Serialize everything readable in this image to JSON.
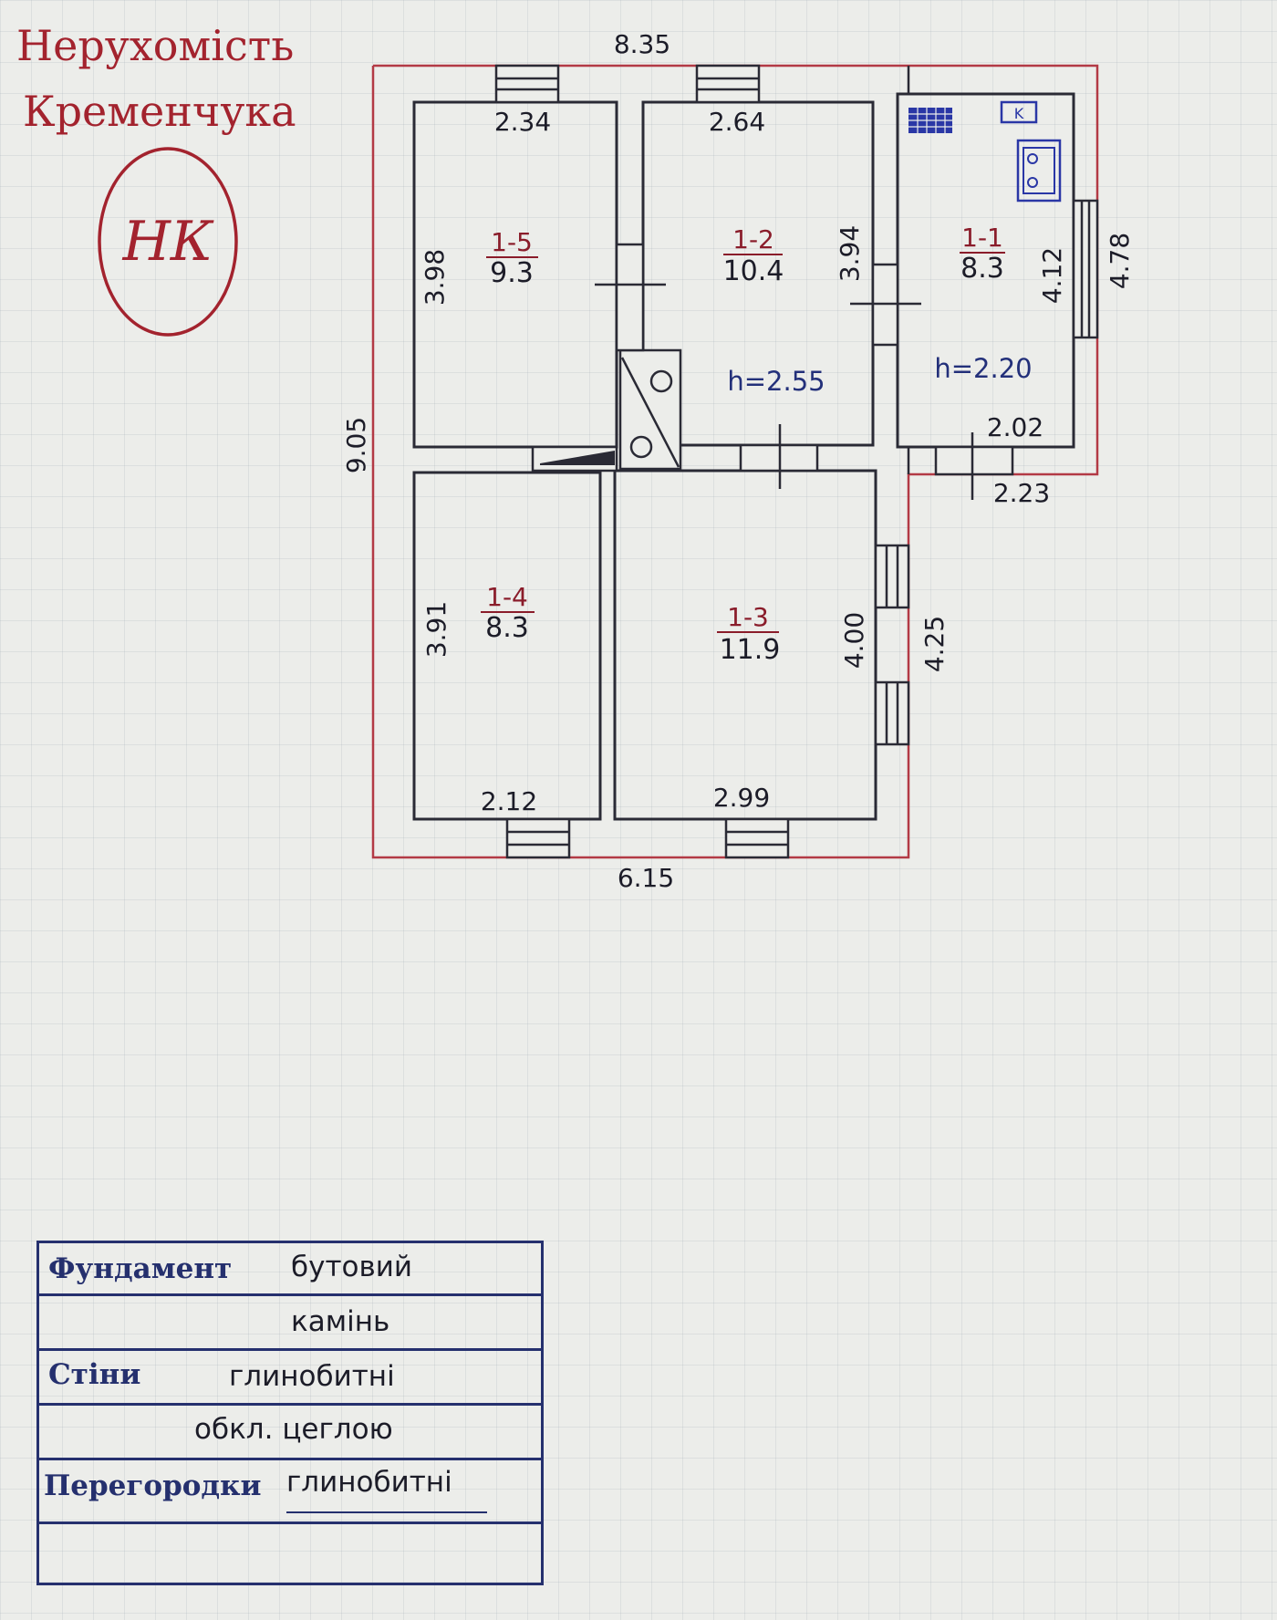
{
  "watermark": {
    "line1": "Нерухомість",
    "line2": "Кременчука",
    "monogram": "НК"
  },
  "plan": {
    "outer_dimensions": {
      "top": "8.35",
      "bottom": "6.15",
      "left": "9.05",
      "right_upper": "4.78",
      "right_lower": "4.25",
      "annex_bottom": "2.23"
    },
    "rooms": [
      {
        "id": "1-5",
        "area": "9.3",
        "width": "2.34",
        "depth": "3.98"
      },
      {
        "id": "1-2",
        "area": "10.4",
        "width": "2.64",
        "depth": "3.94",
        "height": "h=2.55"
      },
      {
        "id": "1-1",
        "area": "8.3",
        "width": "2.02",
        "depth": "4.12",
        "height": "h=2.20"
      },
      {
        "id": "1-4",
        "area": "8.3",
        "width": "2.12",
        "depth": "3.91"
      },
      {
        "id": "1-3",
        "area": "11.9",
        "width": "2.99",
        "depth": "4.00"
      }
    ],
    "fixtures": [
      "stove-icon",
      "sink-icon",
      "boiler-icon",
      "chimney-icon"
    ],
    "colors": {
      "outline": "#b33a45",
      "walls": "#2a2a35",
      "room_id": "#8a1c2a",
      "height": "#23307a"
    }
  },
  "specs": [
    {
      "label": "Фундамент",
      "value1": "бутовий",
      "value2": "камінь"
    },
    {
      "label": "Стіни",
      "value1": "глинобитні",
      "value2": "обкл. цеглою"
    },
    {
      "label": "Перегородки",
      "value1": "глинобитні"
    }
  ]
}
